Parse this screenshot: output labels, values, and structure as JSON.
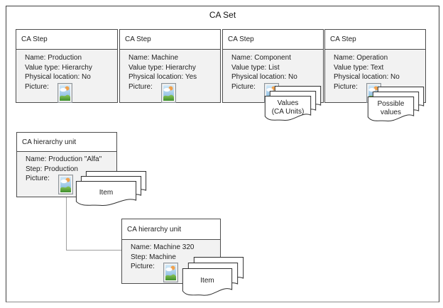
{
  "diagram": {
    "title": "CA Set",
    "picture_icon_name": "picture-icon",
    "colors": {
      "box_border": "#4d4d4d",
      "box_body_fill": "#f2f2f2",
      "box_header_fill": "#ffffff",
      "frame_border": "#3f3f3f",
      "connector": "#9e9e9e",
      "document_fill": "#ffffff",
      "document_border": "#2e2e2e"
    },
    "steps": [
      {
        "header": "CA Step",
        "name": "Name: Production",
        "value_type": "Value type: Hierarchy",
        "physical_location": "Physical location: No",
        "picture_label": "Picture:"
      },
      {
        "header": "CA Step",
        "name": "Name: Machine",
        "value_type": "Value type: Hierarchy",
        "physical_location": "Physical location: Yes",
        "picture_label": "Picture:"
      },
      {
        "header": "CA Step",
        "name": "Name: Component",
        "value_type": "Value type: List",
        "physical_location": "Physical location: No",
        "picture_label": "Picture:"
      },
      {
        "header": "CA Step",
        "name": "Name: Operation",
        "value_type": "Value type: Text",
        "physical_location": "Physical location: No",
        "picture_label": "Picture:"
      }
    ],
    "hierarchy_units": [
      {
        "header": "CA hierarchy unit",
        "name": "Name: Production \"Alfa\"",
        "step": "Step: Production",
        "picture_label": "Picture:"
      },
      {
        "header": "CA hierarchy unit",
        "name": "Name: Machine 320",
        "step": "Step: Machine",
        "picture_label": "Picture:"
      }
    ],
    "doc_stacks": [
      {
        "id": "values",
        "lines": [
          "Values",
          "(CA Units)"
        ]
      },
      {
        "id": "possible-values",
        "lines": [
          "Possible",
          "values"
        ]
      },
      {
        "id": "item-1",
        "lines": [
          "Item"
        ]
      },
      {
        "id": "item-2",
        "lines": [
          "Item"
        ]
      }
    ]
  }
}
